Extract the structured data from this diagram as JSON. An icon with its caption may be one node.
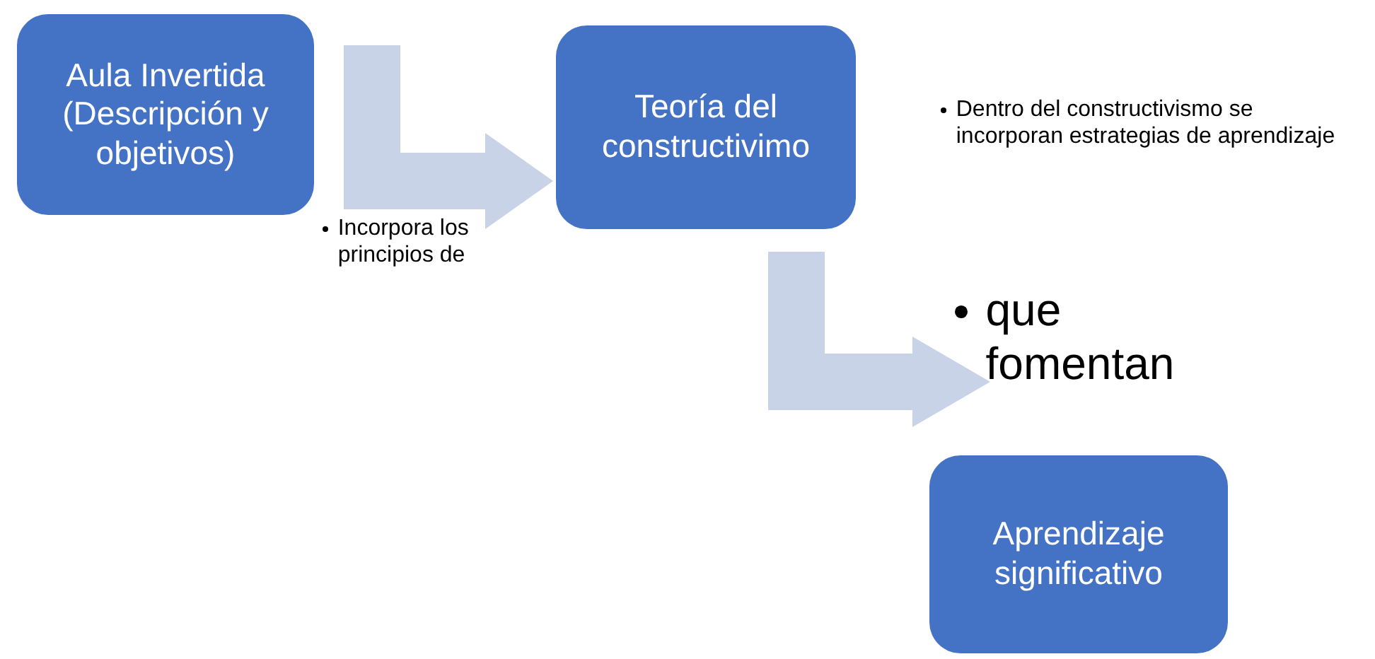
{
  "diagram": {
    "nodes": [
      {
        "text": [
          "Aula Invertida (Descripción y objetivos)"
        ]
      },
      {
        "text": [
          "Teoría del constructivimo"
        ]
      },
      {
        "text": [
          "Aprendizaje significativo"
        ]
      }
    ],
    "edges": [
      {
        "from": 0,
        "to": 1,
        "arrow": "to",
        "label": "Incorpora los principios de"
      },
      {
        "from": 1,
        "to": 2,
        "arrow": "to",
        "label": "que fomentan"
      }
    ],
    "labels": [
      "Dentro del constructivismo se incorporan estrategias de aprendizaje"
    ]
  }
}
